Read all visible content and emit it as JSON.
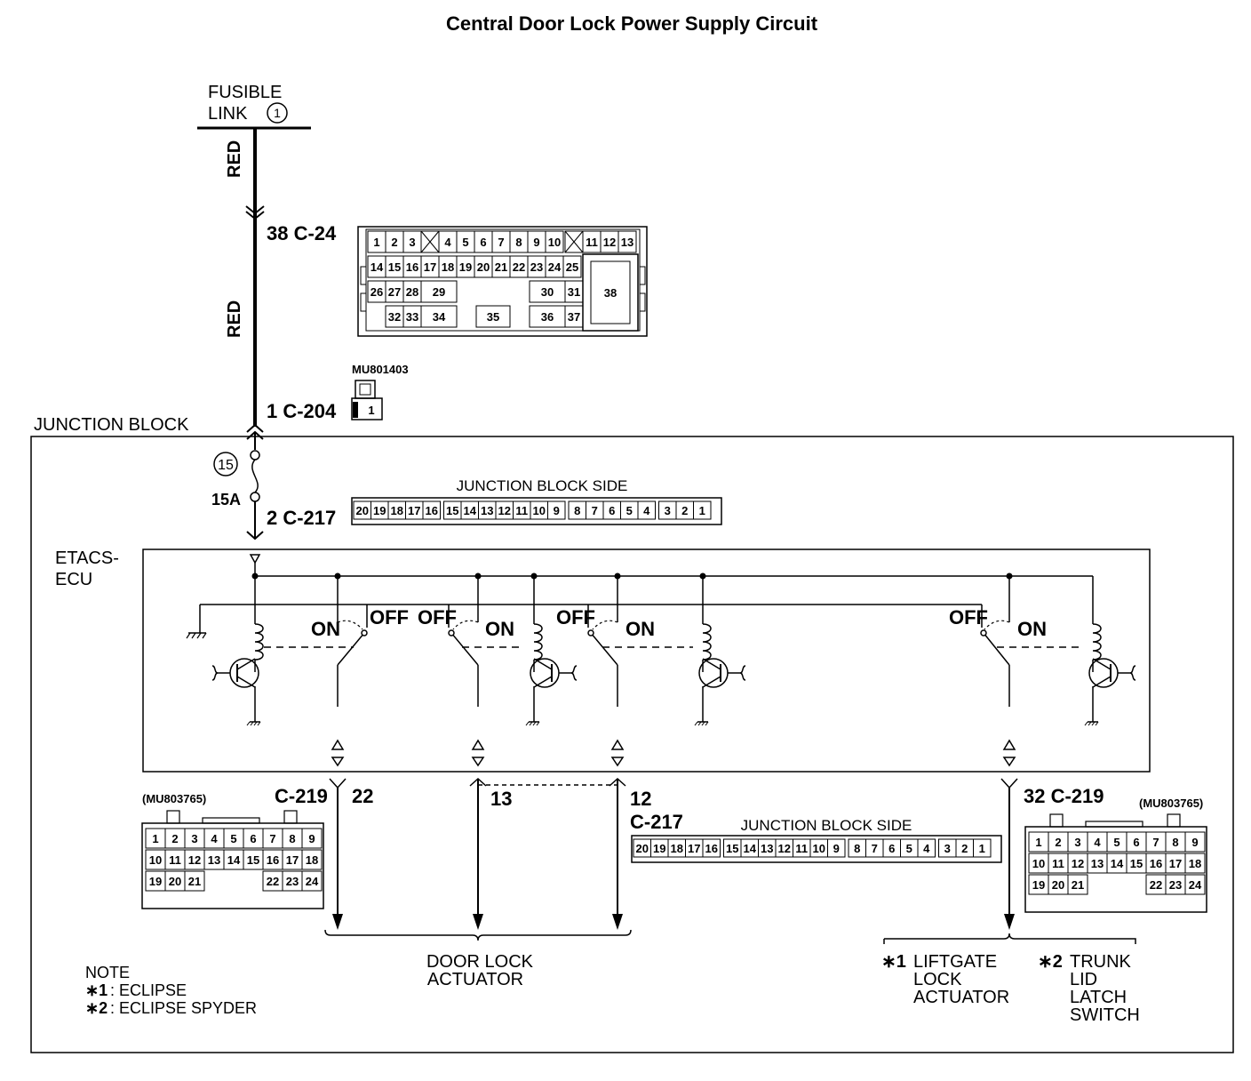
{
  "title": "Central Door Lock Power Supply Circuit",
  "fusible_link": {
    "line1": "FUSIBLE",
    "line2": "LINK",
    "number": "1"
  },
  "wire_color_upper": "RED",
  "wire_color_lower": "RED",
  "conn_c24": {
    "label": "38 C-24"
  },
  "conn_c204": {
    "label": "1 C-204",
    "part": "MU801403",
    "pin": "1"
  },
  "junction_block": {
    "label": "JUNCTION BLOCK",
    "fuse_number": "15",
    "fuse_rating": "15A"
  },
  "conn_c217_top": {
    "label": "2 C-217",
    "side_label": "JUNCTION BLOCK SIDE"
  },
  "etacs": {
    "line1": "ETACS-",
    "line2": "ECU"
  },
  "relay_states": {
    "on": "ON",
    "off": "OFF"
  },
  "conn_c219_left": {
    "label": "C-219",
    "part": "(MU803765)",
    "pin": "22"
  },
  "conn_c217_bottom": {
    "pin_left": "13",
    "pin_right": "12",
    "label": "C-217",
    "side_label": "JUNCTION BLOCK SIDE"
  },
  "conn_c219_right": {
    "label": "32 C-219",
    "part": "(MU803765)"
  },
  "outputs": {
    "door_lock": {
      "line1": "DOOR LOCK",
      "line2": "ACTUATOR"
    },
    "liftgate": {
      "mark": "∗1",
      "line1": "LIFTGATE",
      "line2": "LOCK",
      "line3": "ACTUATOR"
    },
    "trunk": {
      "mark": "∗2",
      "line1": "TRUNK",
      "line2": "LID",
      "line3": "LATCH",
      "line4": "SWITCH"
    }
  },
  "note": {
    "title": "NOTE",
    "l1_mark": "∗1",
    "l1_text": ": ECLIPSE",
    "l2_mark": "∗2",
    "l2_text": ": ECLIPSE SPYDER"
  },
  "c24_pins": [
    "1",
    "2",
    "3",
    "4",
    "5",
    "6",
    "7",
    "8",
    "9",
    "10",
    "11",
    "12",
    "13",
    "14",
    "15",
    "16",
    "17",
    "18",
    "19",
    "20",
    "21",
    "22",
    "23",
    "24",
    "25",
    "26",
    "27",
    "28",
    "29",
    "30",
    "31",
    "32",
    "33",
    "34",
    "35",
    "36",
    "37",
    "38"
  ],
  "c217_pins": [
    "20",
    "19",
    "18",
    "17",
    "16",
    "15",
    "14",
    "13",
    "12",
    "11",
    "10",
    "9",
    "8",
    "7",
    "6",
    "5",
    "4",
    "3",
    "2",
    "1"
  ],
  "c219_pins": [
    "1",
    "2",
    "3",
    "4",
    "5",
    "6",
    "7",
    "8",
    "9",
    "10",
    "11",
    "12",
    "13",
    "14",
    "15",
    "16",
    "17",
    "18",
    "19",
    "20",
    "21",
    "22",
    "23",
    "24"
  ]
}
